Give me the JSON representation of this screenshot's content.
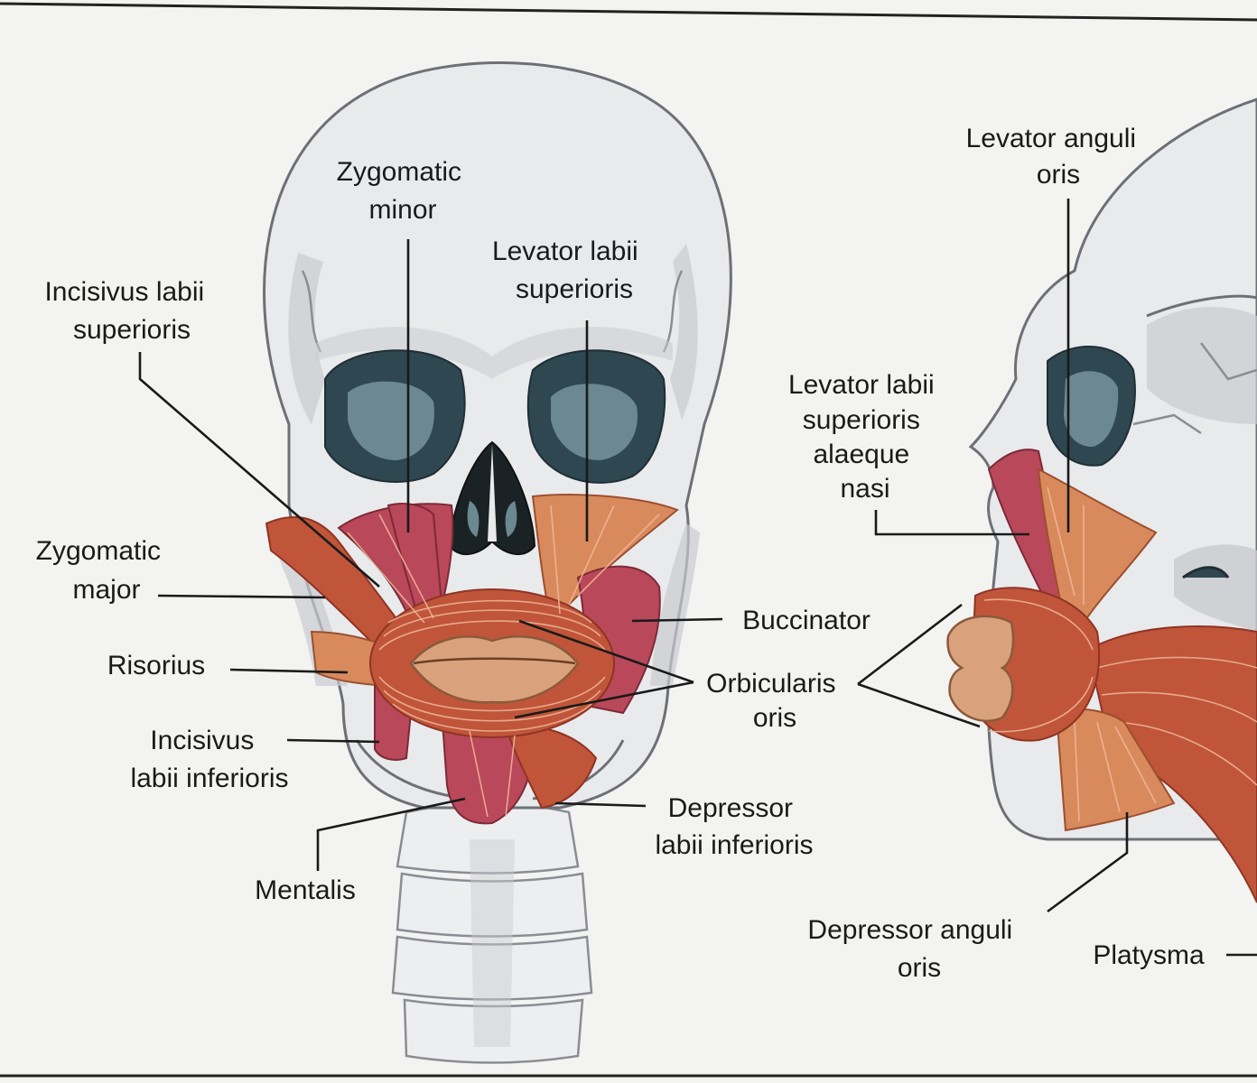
{
  "labels": {
    "zygomatic_minor": [
      "Zygomatic",
      "minor"
    ],
    "levator_labii_superioris": [
      "Levator labii",
      "superioris"
    ],
    "incisivus_labii_superioris": [
      "Incisivus labii",
      "superioris"
    ],
    "zygomatic_major": [
      "Zygomatic",
      "major"
    ],
    "risorius": [
      "Risorius"
    ],
    "incisivus_labii_inferioris": [
      "Incisivus",
      "labii inferioris"
    ],
    "mentalis": [
      "Mentalis"
    ],
    "depressor_labii_inferioris": [
      "Depressor",
      "labii inferioris"
    ],
    "buccinator": [
      "Buccinator"
    ],
    "orbicularis_oris": [
      "Orbicularis",
      "oris"
    ],
    "levator_anguli_oris": [
      "Levator anguli",
      "oris"
    ],
    "levator_labii_superioris_alaeque_nasi": [
      "Levator labii",
      "superioris",
      "alaeque",
      "nasi"
    ],
    "depressor_anguli_oris": [
      "Depressor anguli",
      "oris"
    ],
    "platysma": [
      "Platysma"
    ]
  },
  "colors": {
    "muscle": "#c0553a",
    "muscle_pink": "#b9485a",
    "bone": "#e9eaec",
    "orbit": "#2f4750"
  }
}
